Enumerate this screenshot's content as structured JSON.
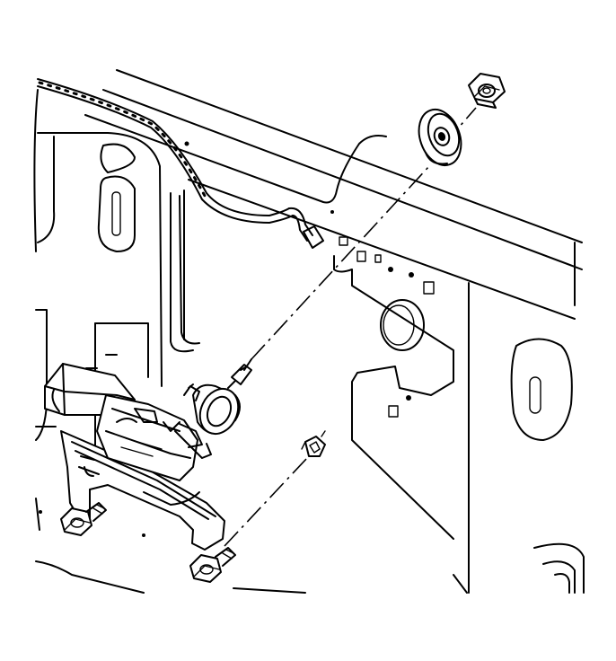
{
  "diagram": {
    "labels": [],
    "components": [
      "wiring-harness",
      "mounting-nut",
      "mounting-grommet",
      "antenna-motor-assembly",
      "motor-bracket",
      "bracket-bolt-upper",
      "bracket-bolt-lower",
      "retaining-clip",
      "inner-body-panel"
    ],
    "colors": {
      "line": "#000000",
      "background": "#ffffff"
    }
  }
}
